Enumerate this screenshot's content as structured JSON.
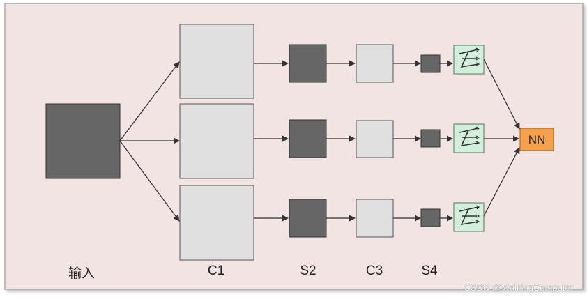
{
  "labels": {
    "input": "输入",
    "c1": "C1",
    "s2": "S2",
    "c3": "C3",
    "s4": "S4",
    "nn": "NN"
  },
  "watermark": "CSDN @WalkingComputer",
  "colors": {
    "panel_bg": "#f2e4e3",
    "panel_border": "#aaaaaa",
    "dark_block": "#666666",
    "light_block": "#e0e0e0",
    "green_block": "#d4eedc",
    "green_border": "#4f7a5a",
    "nn_block": "#f6a24d",
    "arrow": "#333333"
  }
}
